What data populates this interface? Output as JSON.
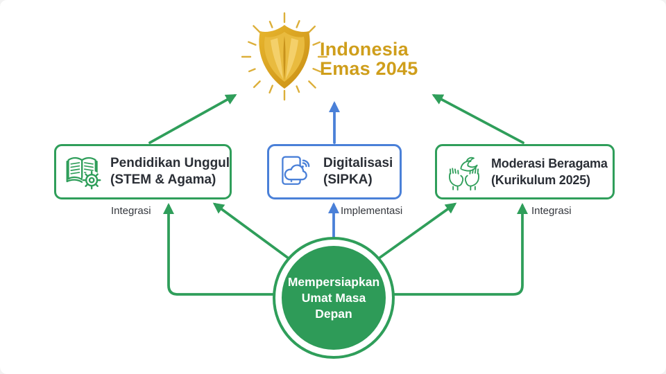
{
  "goal": {
    "line1": "Indonesia",
    "line2": "Emas 2045"
  },
  "pillars": [
    {
      "name": "Pendidikan Unggul",
      "subtitle": "(STEM & Agama)",
      "icon": "book-gear-icon",
      "connector_label": "Integrasi",
      "accent": "#2f9e5a"
    },
    {
      "name": "Digitalisasi",
      "subtitle": "(SIPKA)",
      "icon": "tablet-cloud-icon",
      "connector_label": "Implementasi",
      "accent": "#4a80d8"
    },
    {
      "name": "Moderasi Beragama",
      "subtitle": "(Kurikulum 2025)",
      "icon": "dove-hands-icon",
      "connector_label": "Integrasi",
      "accent": "#2f9e5a"
    }
  ],
  "foundation": {
    "line1": "Mempersiapkan",
    "line2": "Umat Masa",
    "line3": "Depan"
  },
  "colors": {
    "green": "#2f9e5a",
    "blue": "#4a80d8",
    "gold_text": "#cf9e1b",
    "dark_text": "#2b2f36"
  }
}
